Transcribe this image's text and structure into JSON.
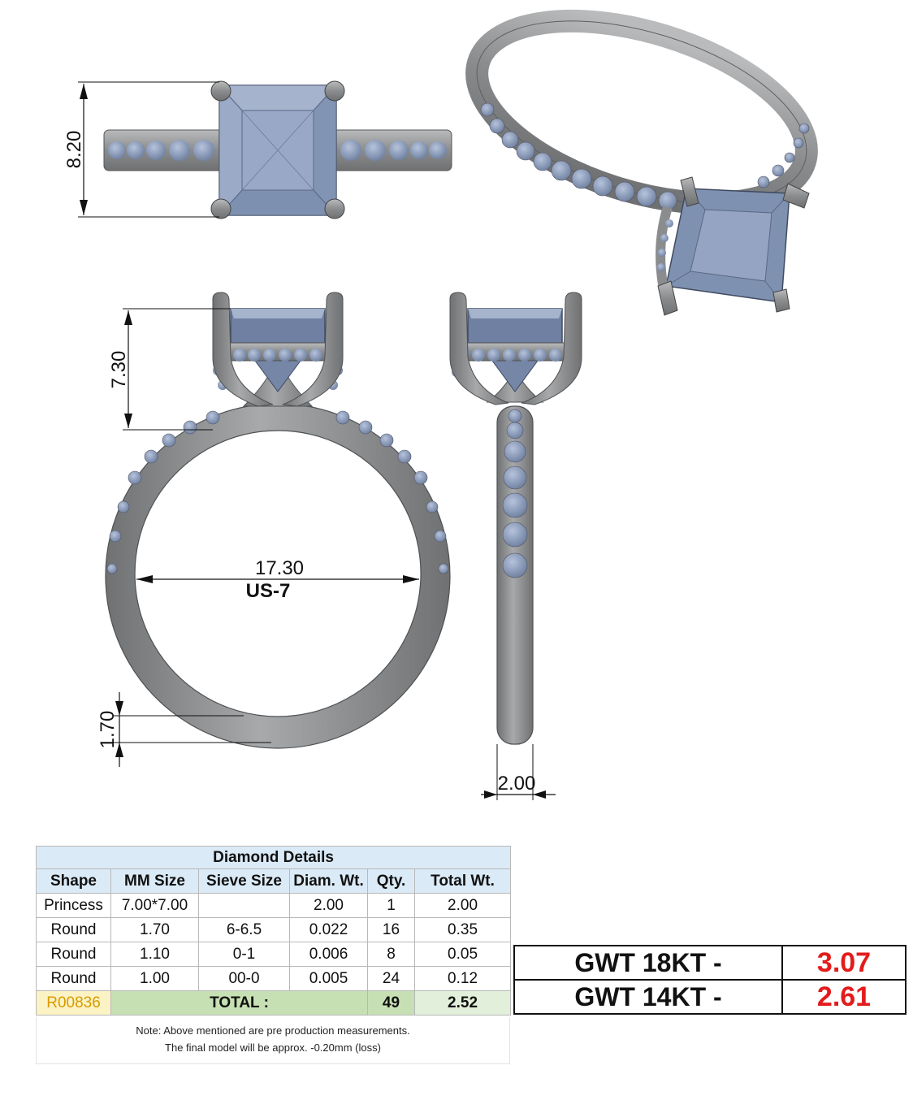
{
  "dimensions": {
    "head_width": "8.20",
    "head_height": "7.30",
    "inner_diameter": "17.30",
    "ring_size": "US-7",
    "band_thickness": "1.70",
    "band_width": "2.00"
  },
  "diamond_details": {
    "title": "Diamond Details",
    "columns": [
      "Shape",
      "MM Size",
      "Sieve Size",
      "Diam. Wt.",
      "Qty.",
      "Total Wt."
    ],
    "rows": [
      [
        "Princess",
        "7.00*7.00",
        "",
        "2.00",
        "1",
        "2.00"
      ],
      [
        "Round",
        "1.70",
        "6-6.5",
        "0.022",
        "16",
        "0.35"
      ],
      [
        "Round",
        "1.10",
        "0-1",
        "0.006",
        "8",
        "0.05"
      ],
      [
        "Round",
        "1.00",
        "00-0",
        "0.005",
        "24",
        "0.12"
      ]
    ],
    "total": {
      "code": "R00836",
      "label": "TOTAL :",
      "qty": "49",
      "weight": "2.52"
    }
  },
  "note": {
    "line1": "Note: Above mentioned are pre production measurements.",
    "line2": "The final model will be approx. -0.20mm (loss)"
  },
  "gross_weight": [
    {
      "label": "GWT 18KT  -",
      "value": "3.07"
    },
    {
      "label": "GWT 14KT  -",
      "value": "2.61"
    }
  ],
  "colors": {
    "metal": "#8a8c8e",
    "stone": "#8fa1bf",
    "header_fill": "#dbeaf7",
    "total_fill": "#c6e0b4",
    "value_red": "#e41b1b"
  }
}
